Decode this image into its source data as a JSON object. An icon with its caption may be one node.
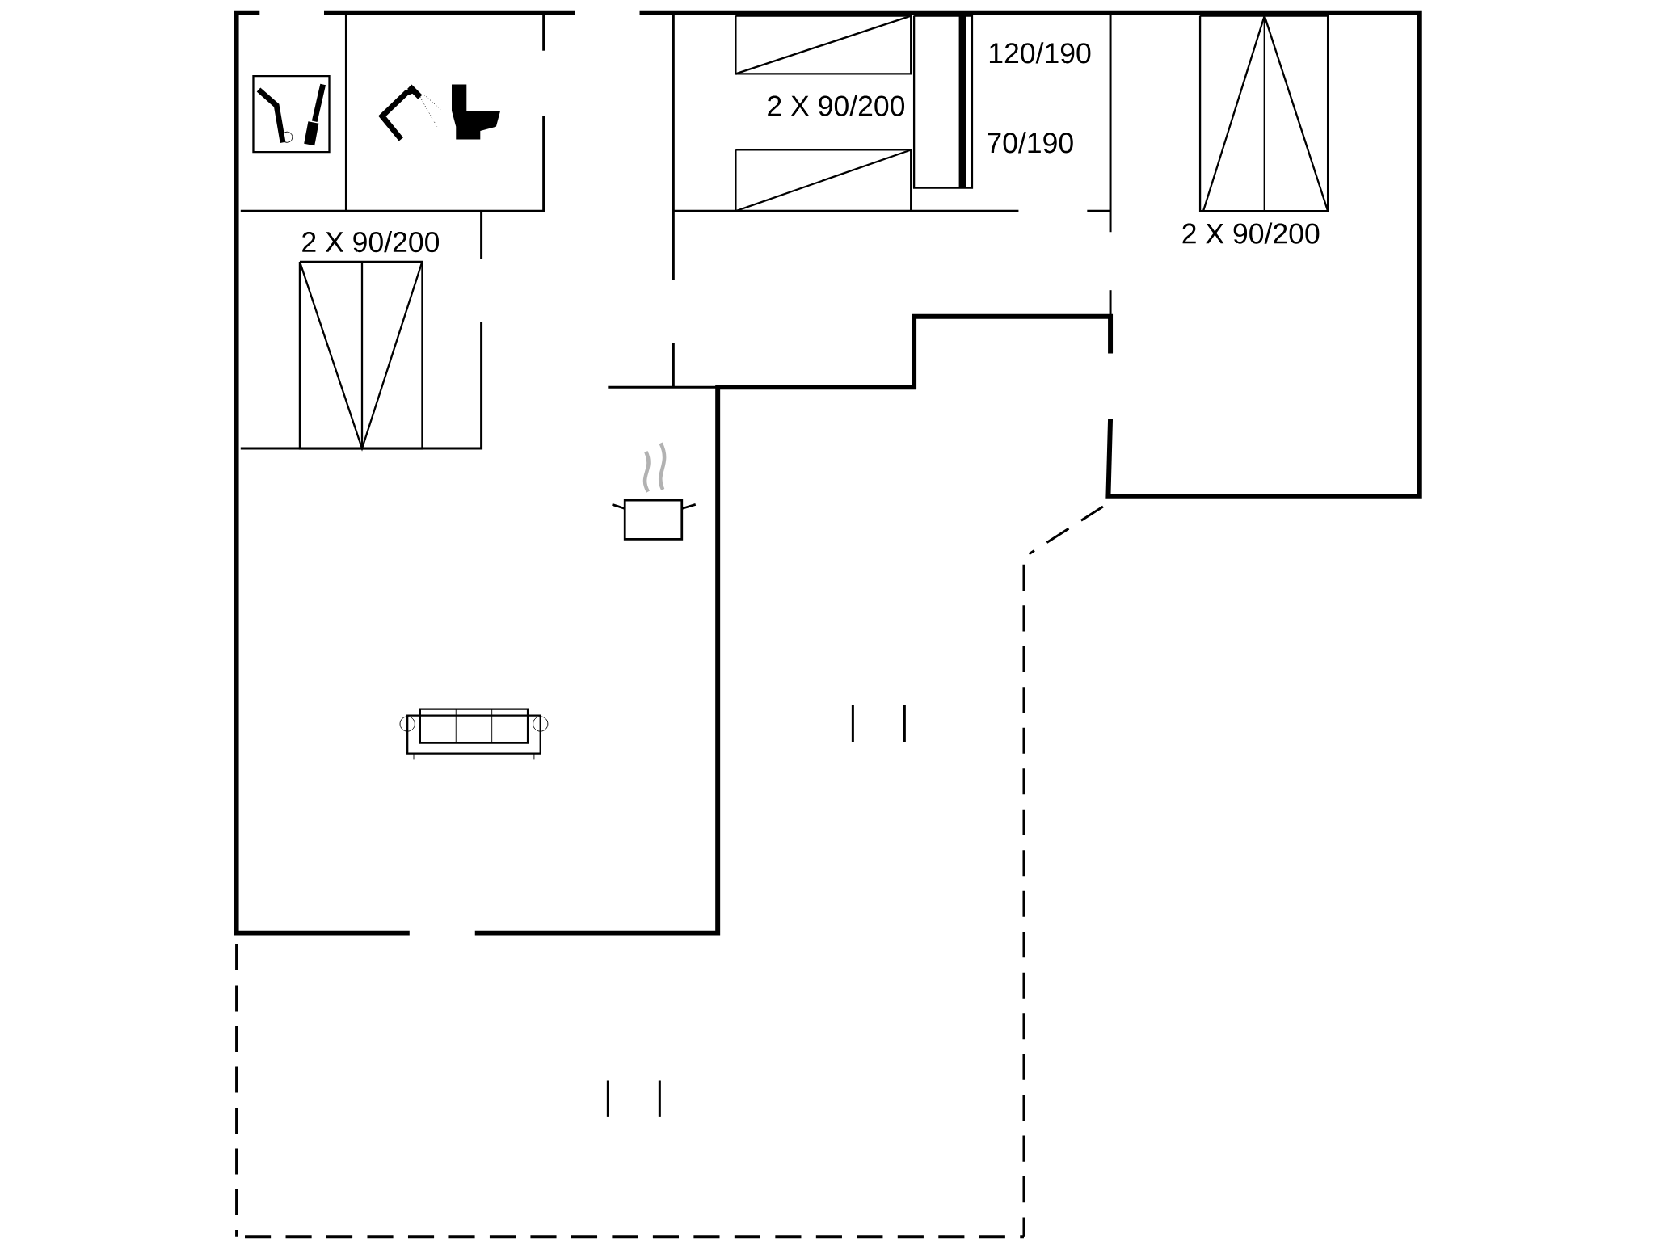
{
  "diagram": {
    "labels": [
      "120/190",
      "2 X 90/200",
      "70/190",
      "2 X 90/200",
      "2 X 90/200"
    ]
  }
}
